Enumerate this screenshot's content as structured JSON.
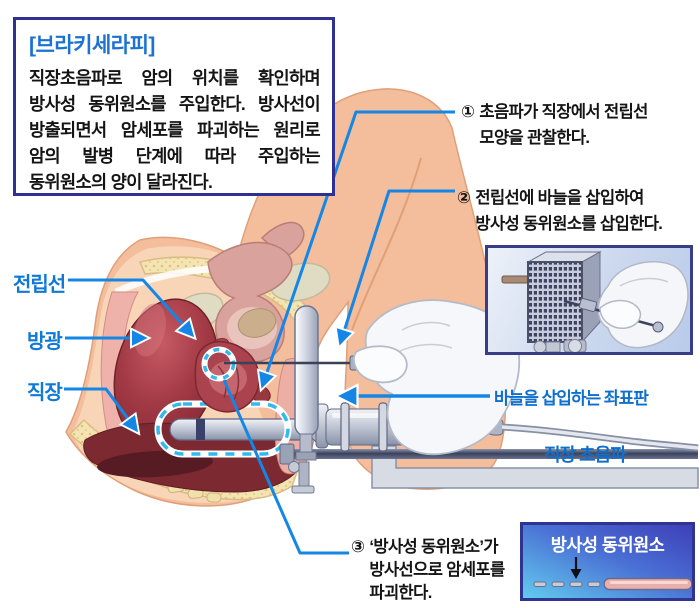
{
  "info_box": {
    "title": "[브라키세라피]",
    "line1": "직장초음파로 암의 위치를 확인하며",
    "line2": "방사성 동위원소를 주입한다. 방사선이",
    "line3": "방출되면서 암세포를 파괴하는 원리로",
    "line4": "암의 발병 단계에 따라 주입하는",
    "line5": "동위원소의 양이 달라진다."
  },
  "steps": {
    "s1": {
      "num": "①",
      "line1": "초음파가 직장에서 전립선",
      "line2": "모양을 관찰한다."
    },
    "s2": {
      "num": "②",
      "line1": "전립선에 바늘을 삽입하여",
      "line2": "방사성 동위원소를 삽입한다."
    },
    "s3": {
      "num": "③",
      "line1": "‘방사성 동위원소’가",
      "line2": "방사선으로 암세포를",
      "line3": "파괴한다."
    }
  },
  "anatomy_labels": {
    "prostate": "전립선",
    "bladder": "방광",
    "rectum": "직장"
  },
  "equipment_labels": {
    "template": "바늘을 삽입하는 좌표판",
    "ultrasound": "직장 초음파"
  },
  "isotope_box": {
    "title": "방사성 동위원소"
  },
  "colors": {
    "leader_blue": "#1487E6",
    "label_blue": "#0F7AD6",
    "title_blue": "#1B72D0",
    "box_border_navy": "#2E3192",
    "dashed_cyan": "#32BAEE",
    "skin": "#F4BD9B",
    "bone": "#F4E4B2",
    "bladder_red": "#A23A45",
    "rectum_red": "#7C2931",
    "device_gray": "#B9C0CF",
    "isotope_rod_pink": "#E9AFAC"
  }
}
